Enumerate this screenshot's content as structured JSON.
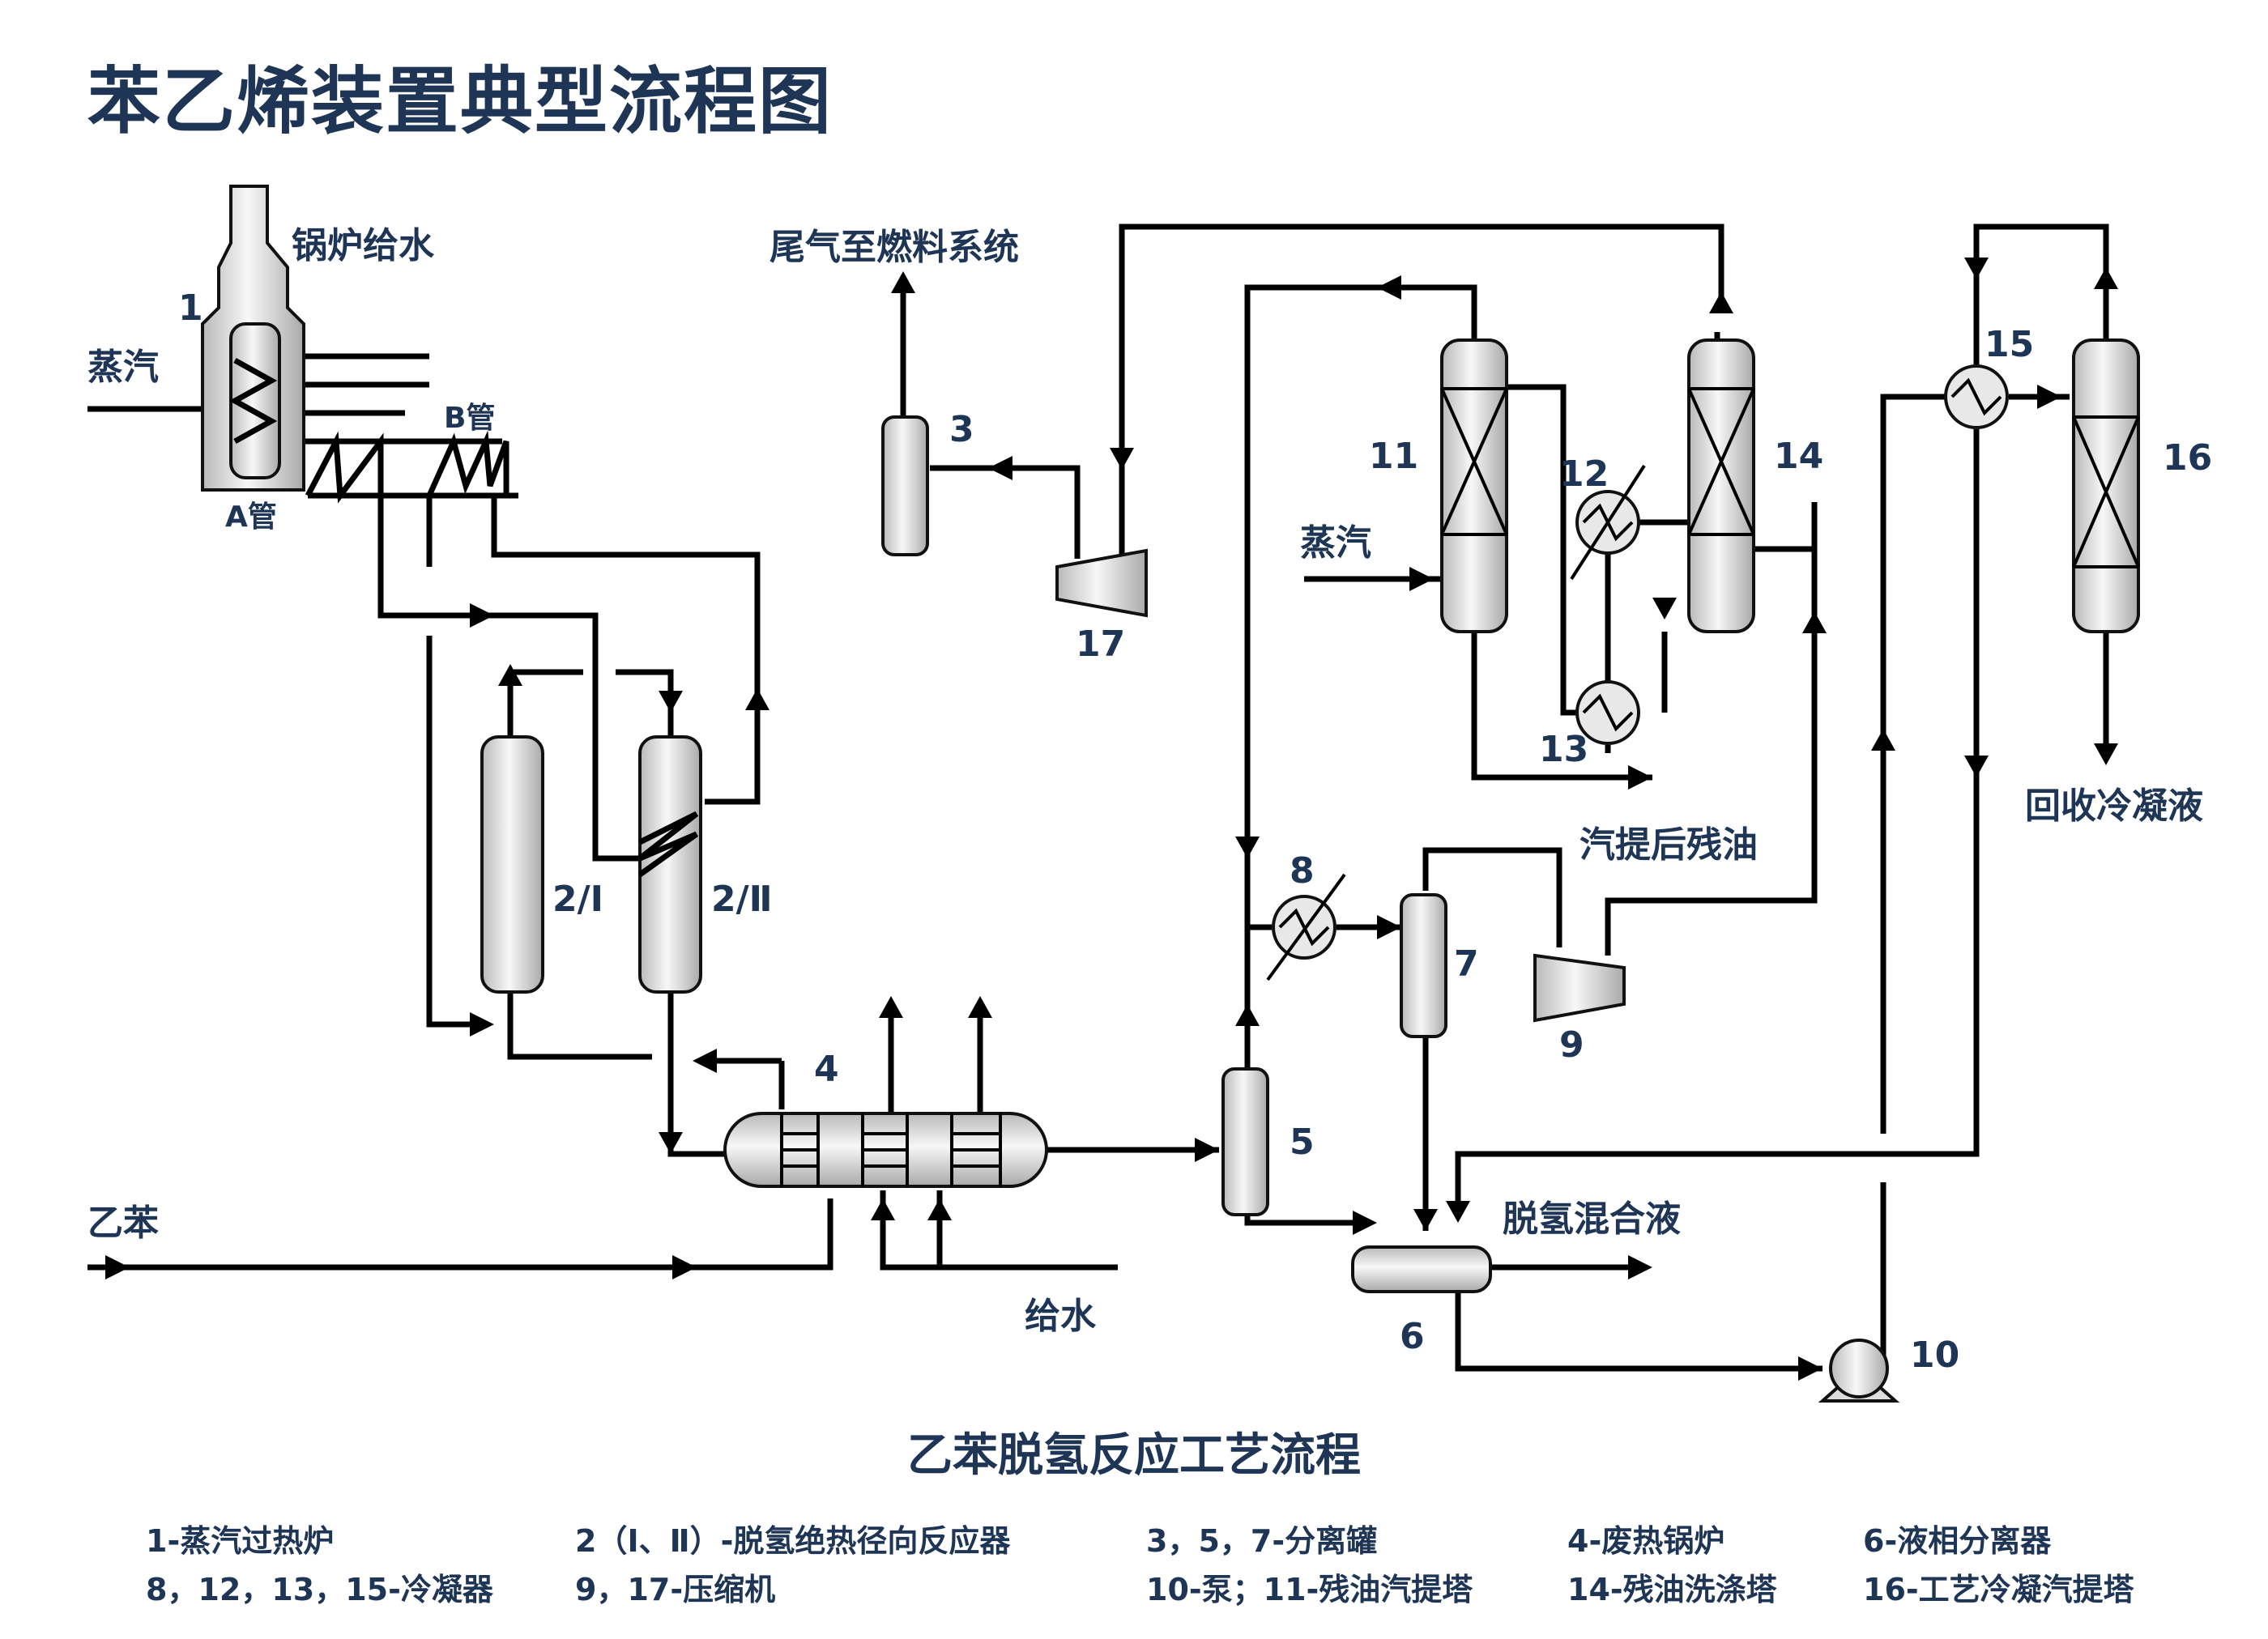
{
  "title": "苯乙烯装置典型流程图",
  "subtitle": "乙苯脱氢反应工艺流程",
  "labels": {
    "boiler_feed": "锅炉给水",
    "steam_in": "蒸汽",
    "tube_b": "B管",
    "tube_a": "A管",
    "tail_gas": "尾气至燃料系统",
    "steam_11": "蒸汽",
    "stripped_oil": "汽提后残油",
    "recovered_condensate": "回收冷凝液",
    "ethylbenzene": "乙苯",
    "feed_water": "给水",
    "dehydro_mixture": "脱氢混合液"
  },
  "equipment_numbers": {
    "n1": "1",
    "n2a": "2/Ⅰ",
    "n2b": "2/Ⅱ",
    "n3": "3",
    "n4": "4",
    "n5": "5",
    "n6": "6",
    "n7": "7",
    "n8": "8",
    "n9": "9",
    "n10": "10",
    "n11": "11",
    "n12": "12",
    "n13": "13",
    "n14": "14",
    "n15": "15",
    "n16": "16",
    "n17": "17"
  },
  "legend": [
    "1-蒸汽过热炉",
    "2（Ⅰ、Ⅱ）-脱氢绝热径向反应器",
    "3，5，7-分离罐",
    "4-废热锅炉",
    "6-液相分离器",
    "8，12，13，15-冷凝器",
    "9，17-压缩机",
    "10-泵；11-残油汽提塔",
    "14-残油洗涤塔",
    "16-工艺冷凝汽提塔"
  ]
}
